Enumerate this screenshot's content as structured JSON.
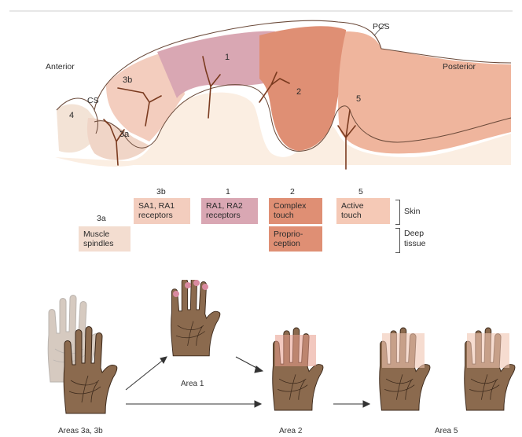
{
  "cortex": {
    "anterior": "Anterior",
    "posterior": "Posterior",
    "cs": "CS",
    "pcs": "PCS",
    "areas": [
      "4",
      "3b",
      "3a",
      "1",
      "2",
      "5"
    ]
  },
  "table": {
    "col_3a": "3a",
    "col_3b": "3b",
    "col_1": "1",
    "col_2": "2",
    "col_5": "5",
    "box_3a": [
      "Muscle",
      "spindles"
    ],
    "box_3b": [
      "SA1, RA1",
      "receptors"
    ],
    "box_1": [
      "RA1, RA2",
      "receptors"
    ],
    "box_2_skin": [
      "Complex",
      "touch"
    ],
    "box_2_deep": [
      "Proprio-",
      "ception"
    ],
    "box_5": [
      "Active",
      "touch"
    ],
    "skin": "Skin",
    "deep": [
      "Deep",
      "tissue"
    ]
  },
  "colors": {
    "area_4": "#f3e3d6",
    "area_3a": "#f0d5c7",
    "area_3b": "#f3cdbe",
    "area_1": "#d9a7b3",
    "area_2": "#df8f74",
    "area_5": "#efb59d",
    "nerve": "#7a3a1f",
    "hand": "#8b6a4e"
  },
  "hands": {
    "caption_3a3b": "Areas 3a, 3b",
    "caption_1": "Area 1",
    "caption_2": "Area 2",
    "caption_5": "Area 5"
  }
}
